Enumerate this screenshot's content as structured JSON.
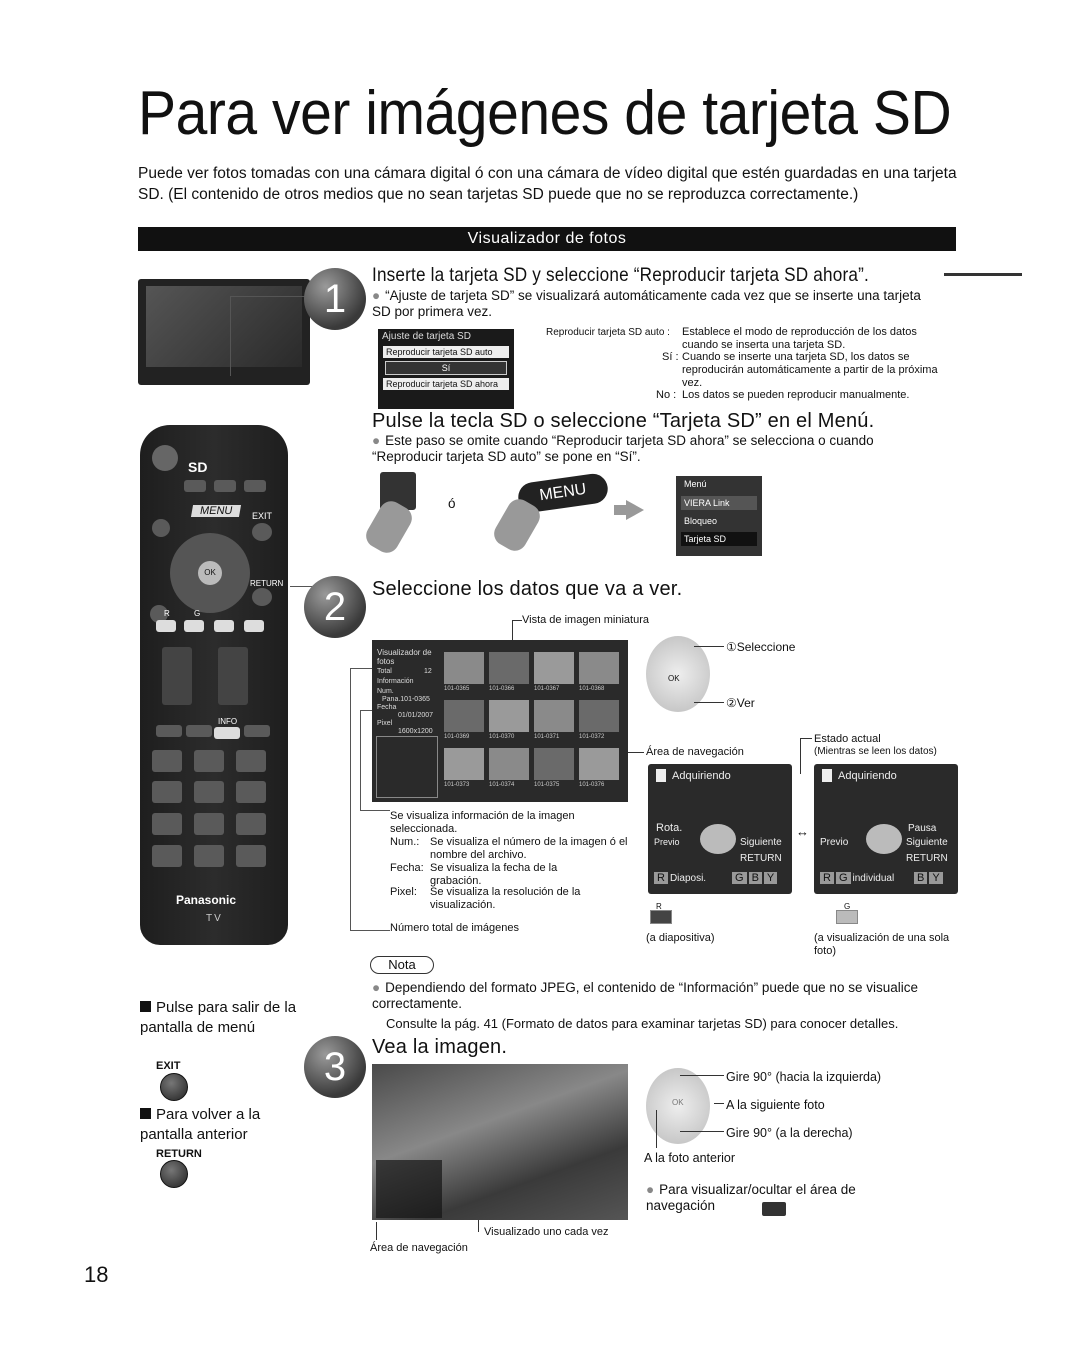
{
  "page": {
    "title": "Para ver imágenes de tarjeta SD",
    "intro": "Puede ver fotos tomadas con una cámara digital ó con una cámara de vídeo digital que estén guardadas en una tarjeta SD. (El contenido de otros medios que no sean tarjetas SD puede que no se reproduzca correctamente.)",
    "section": "Visualizador de fotos",
    "page_number": "18"
  },
  "step1": {
    "number": "1",
    "heading": "Inserte la tarjeta SD y seleccione “Reproducir tarjeta SD ahora”.",
    "bullet": "“Ajuste de tarjeta SD” se visualizará automáticamente cada vez que se inserte una tarjeta SD por primera vez.",
    "osd_title": "Ajuste de tarjeta SD",
    "osd_item1": "Reproducir tarjeta SD auto",
    "osd_item2": "Sí",
    "osd_item3": "Reproducir tarjeta SD ahora",
    "desc_label": "Reproducir tarjeta SD auto :",
    "desc_text": "Establece el modo de reproducción de los datos cuando se inserta una tarjeta SD.",
    "si_label": "Sí :",
    "si_text": "Cuando se inserte una tarjeta SD, los datos se reproducirán automáticamente a partir de la próxima vez.",
    "no_label": "No :",
    "no_text": "Los datos se pueden reproducir manualmente."
  },
  "step1b": {
    "heading": "Pulse la tecla SD o seleccione “Tarjeta SD” en el Menú.",
    "bullet": "Este paso se omite cuando “Reproducir tarjeta SD ahora” se selecciona o cuando “Reproducir tarjeta SD auto” se pone en “Sí”.",
    "or": "ó",
    "menu_word": "MENU",
    "menu_title": "Menú",
    "menu_item1": "VIERA Link",
    "menu_item2": "Bloqueo",
    "menu_item3": "Tarjeta SD"
  },
  "step2": {
    "number": "2",
    "heading": "Seleccione los datos que va a ver.",
    "thumb_label": "Vista de imagen miniatura",
    "select_label": "①Seleccione",
    "view_label": "②Ver",
    "ok": "OK",
    "nav_area": "Área de navegación",
    "estado": "Estado actual",
    "estado_sub": "(Mientras se leen los datos)",
    "adquiriendo": "Adquiriendo",
    "rota": "Rota.",
    "previo": "Previo",
    "siguiente": "Siguiente",
    "return": "RETURN",
    "pausa": "Pausa",
    "diaposi": "Diaposi.",
    "individual": "individual",
    "r": "R",
    "g": "G",
    "b": "B",
    "y": "Y",
    "a_diapositiva": "(a diapositiva)",
    "a_visualizacion": "(a visualización de una sola foto)",
    "info_heading": "Se visualiza información de la imagen seleccionada.",
    "num_label": "Num.:",
    "num_text": "Se visualiza el número de la imagen ó el nombre del archivo.",
    "fecha_label": "Fecha:",
    "fecha_text": "Se visualiza la fecha de la grabación.",
    "pixel_label": "Pixel:",
    "pixel_text": "Se visualiza la resolución de la visualización.",
    "total_label": "Número total de imágenes",
    "osd_title": "Visualizador de fotos",
    "osd_total": "Total",
    "osd_total_val": "12",
    "osd_info": "Información",
    "osd_num": "Num.",
    "osd_num_val": "Pana.101-0365",
    "osd_fecha": "Fecha",
    "osd_fecha_val": "01/01/2007",
    "osd_pixel": "Pixel",
    "osd_pixel_val": "1600x1200",
    "thumb_ids": [
      "101-0365",
      "101-0366",
      "101-0367",
      "101-0368",
      "101-0369",
      "101-0370",
      "101-0371",
      "101-0372",
      "101-0373",
      "101-0374",
      "101-0375",
      "101-0376"
    ]
  },
  "nota": {
    "label": "Nota",
    "bullet": "Dependiendo del formato JPEG, el contenido de “Información” puede que no se visualice correctamente.",
    "consult": "Consulte la pág. 41 (Formato de datos para examinar tarjetas SD) para conocer detalles."
  },
  "step3": {
    "number": "3",
    "heading": "Vea la imagen.",
    "gire_izq": "Gire 90° (hacia la izquierda)",
    "siguiente_foto": "A la siguiente foto",
    "gire_der": "Gire 90° (a la derecha)",
    "foto_anterior": "A la foto anterior",
    "toggle": "Para visualizar/ocultar el área de navegación",
    "uno_cada_vez": "Visualizado uno cada vez",
    "nav_area": "Área de navegación"
  },
  "sidebar": {
    "exit_text": "Pulse para salir de la pantalla de menú",
    "exit_key": "EXIT",
    "return_text": "Para volver a la pantalla anterior",
    "return_key": "RETURN"
  },
  "remote": {
    "menu": "MENU",
    "exit": "EXIT",
    "ok": "OK",
    "return": "RETURN",
    "r": "R",
    "g": "G",
    "info": "INFO",
    "brand": "Panasonic",
    "tv": "TV",
    "sd": "SD"
  }
}
